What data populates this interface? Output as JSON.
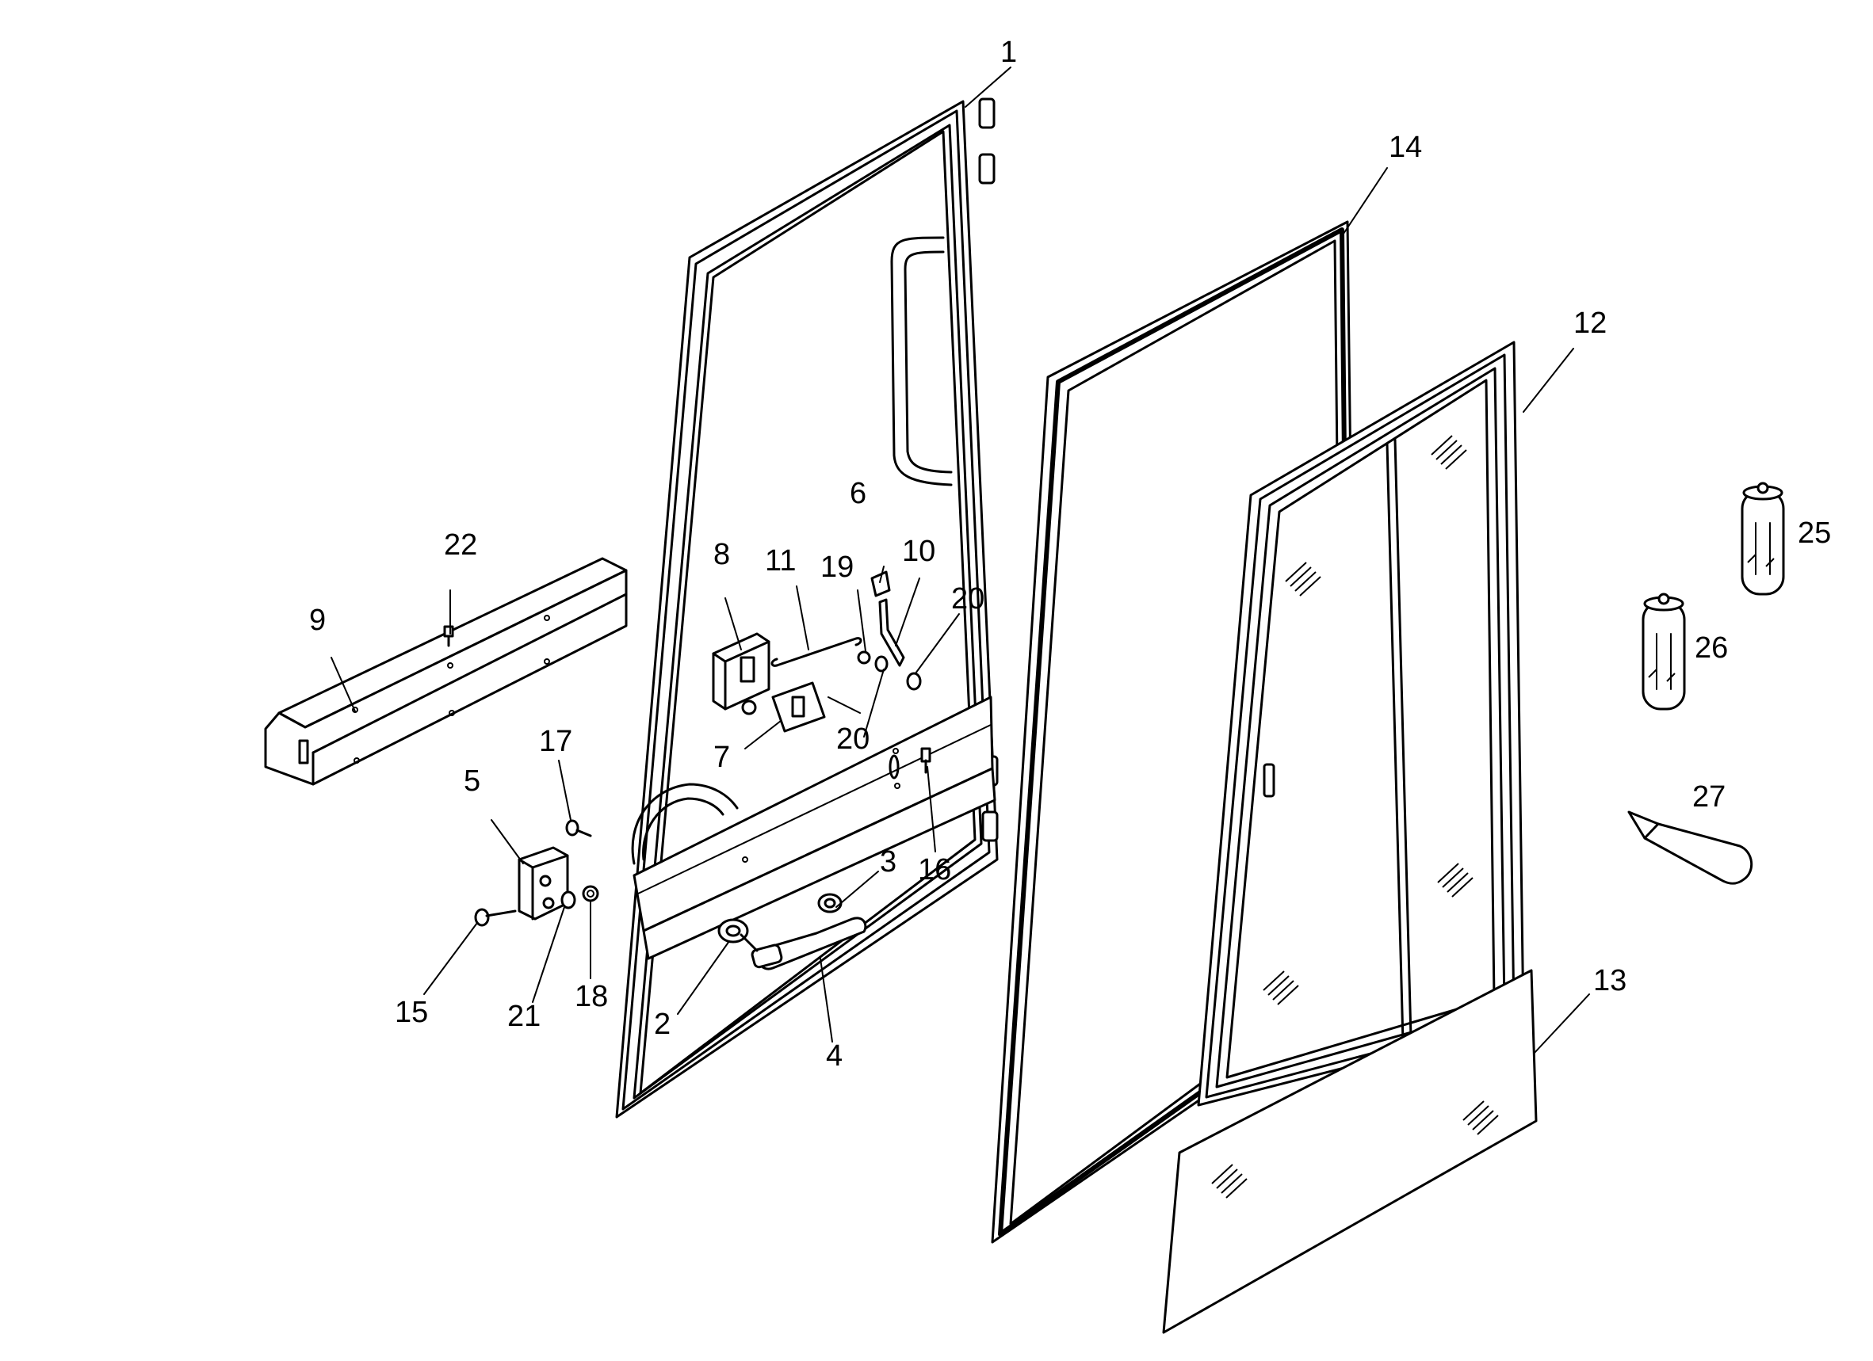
{
  "callouts": [
    {
      "id": "c1",
      "label": "1"
    },
    {
      "id": "c2",
      "label": "2"
    },
    {
      "id": "c3",
      "label": "3"
    },
    {
      "id": "c4",
      "label": "4"
    },
    {
      "id": "c5",
      "label": "5"
    },
    {
      "id": "c6",
      "label": "6"
    },
    {
      "id": "c7",
      "label": "7"
    },
    {
      "id": "c8",
      "label": "8"
    },
    {
      "id": "c9",
      "label": "9"
    },
    {
      "id": "c10",
      "label": "10"
    },
    {
      "id": "c11",
      "label": "11"
    },
    {
      "id": "c12",
      "label": "12"
    },
    {
      "id": "c13",
      "label": "13"
    },
    {
      "id": "c14",
      "label": "14"
    },
    {
      "id": "c15",
      "label": "15"
    },
    {
      "id": "c16",
      "label": "16"
    },
    {
      "id": "c17",
      "label": "17"
    },
    {
      "id": "c18",
      "label": "18"
    },
    {
      "id": "c19",
      "label": "19"
    },
    {
      "id": "c20a",
      "label": "20"
    },
    {
      "id": "c20b",
      "label": "20"
    },
    {
      "id": "c21",
      "label": "21"
    },
    {
      "id": "c22",
      "label": "22"
    },
    {
      "id": "c25",
      "label": "25"
    },
    {
      "id": "c26",
      "label": "26"
    },
    {
      "id": "c27",
      "label": "27"
    }
  ]
}
